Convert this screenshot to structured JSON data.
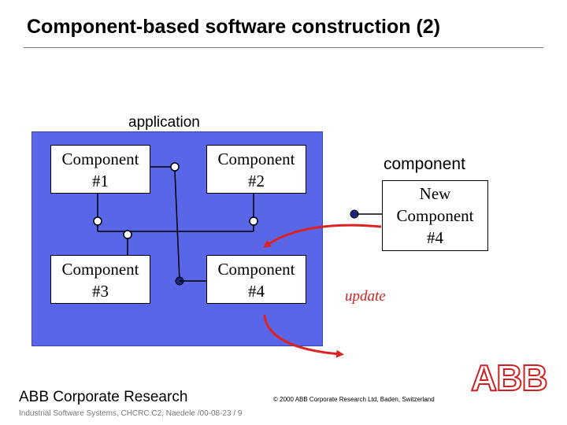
{
  "slide": {
    "title": "Component-based software construction (2)",
    "application_label": "application",
    "components": [
      {
        "line1": "Component",
        "line2": "#1"
      },
      {
        "line1": "Component",
        "line2": "#2"
      },
      {
        "line1": "Component",
        "line2": "#3"
      },
      {
        "line1": "Component",
        "line2": "#4"
      }
    ],
    "external": {
      "label": "component",
      "line1": "New",
      "line2": "Component",
      "line3": "#4"
    },
    "update_label": "update",
    "footer": {
      "org": "ABB Corporate Research",
      "sub": "Industrial Software Systems, CHCRC.C2, Naedele /00-08-23 / 9",
      "copyright": "© 2000 ABB Corporate Research Ltd, Baden, Switzerland",
      "logo_text": "ABB"
    },
    "colors": {
      "application_fill": "#5a66e8",
      "arrow": "#dd2222",
      "wire": "#000000"
    }
  }
}
